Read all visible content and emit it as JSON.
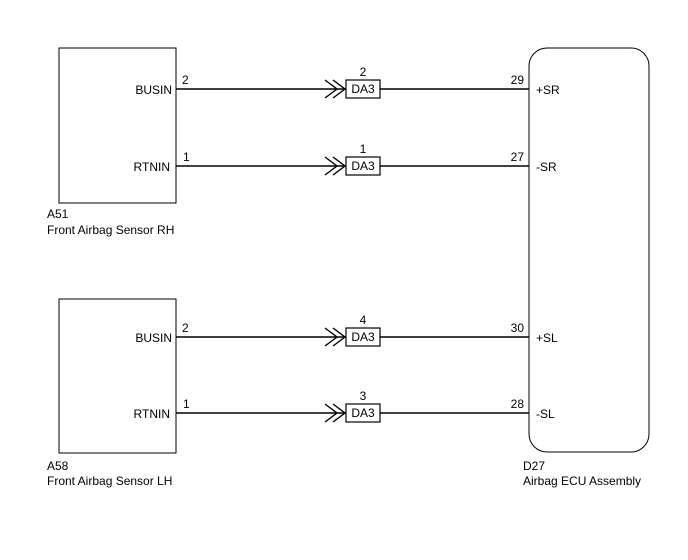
{
  "sensors": [
    {
      "code": "A51",
      "name": "Front Airbag Sensor RH",
      "pins": [
        {
          "label": "BUSIN",
          "pin": "2",
          "connector": "DA3",
          "connector_pin": "2",
          "ecu_pin": "29",
          "ecu_label": "+SR"
        },
        {
          "label": "RTNIN",
          "pin": "1",
          "connector": "DA3",
          "connector_pin": "1",
          "ecu_pin": "27",
          "ecu_label": "-SR"
        }
      ]
    },
    {
      "code": "A58",
      "name": "Front Airbag Sensor LH",
      "pins": [
        {
          "label": "BUSIN",
          "pin": "2",
          "connector": "DA3",
          "connector_pin": "4",
          "ecu_pin": "30",
          "ecu_label": "+SL"
        },
        {
          "label": "RTNIN",
          "pin": "1",
          "connector": "DA3",
          "connector_pin": "3",
          "ecu_pin": "28",
          "ecu_label": "-SL"
        }
      ]
    }
  ],
  "ecu": {
    "code": "D27",
    "name": "Airbag ECU Assembly"
  }
}
